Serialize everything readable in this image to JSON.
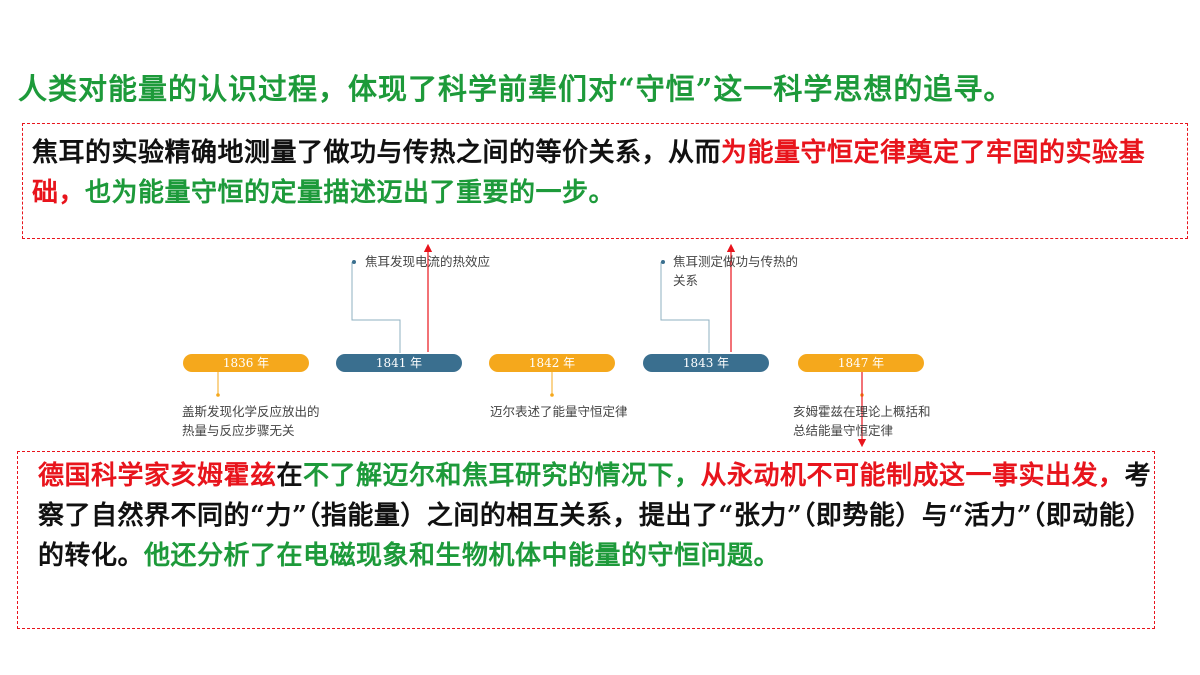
{
  "headline": "人类对能量的认识过程，体现了科学前辈们对“守恒”这一科学思想的追寻。",
  "box1": {
    "seg1": "焦耳的实验精确地测量了做功与传热之间的等价关系，从而",
    "seg2": "为能量守恒定律奠定了牢固的实验基础，",
    "seg3": "也为能量守恒的定量描述迈出了重要的一步。"
  },
  "timeline": {
    "events": [
      {
        "year": "1836 年",
        "text": "盖斯发现化学反应放出的热量与反应步骤无关",
        "color": "#f5a81c"
      },
      {
        "year": "1841 年",
        "text": "焦耳发现电流的热效应",
        "color": "#3a6f8f"
      },
      {
        "year": "1842 年",
        "text": "迈尔表述了能量守恒定律",
        "color": "#f5a81c"
      },
      {
        "year": "1843 年",
        "text": "焦耳测定做功与传热的关系",
        "color": "#3a6f8f"
      },
      {
        "year": "1847 年",
        "text": "亥姆霍兹在理论上概括和总结能量守恒定律",
        "color": "#f5a81c"
      }
    ]
  },
  "box2": {
    "seg1": "德国科学家亥姆霍兹",
    "seg2": "在",
    "seg3": "不了解迈尔和焦耳研究的情况下，",
    "seg4": "从永动机不可能制成这一事实出发，",
    "seg5": "考察了自然界不同的“力”（指能量）之间的相互关系，提出了“张力”（即势能）与“活力”（即动能）的转化。",
    "seg6": "他还分析了在电磁现象和生物机体中能量的守恒问题。"
  },
  "colors": {
    "green": "#1d9a3a",
    "red": "#e8141c",
    "orange": "#f5a81c",
    "blue": "#3a6f8f"
  }
}
